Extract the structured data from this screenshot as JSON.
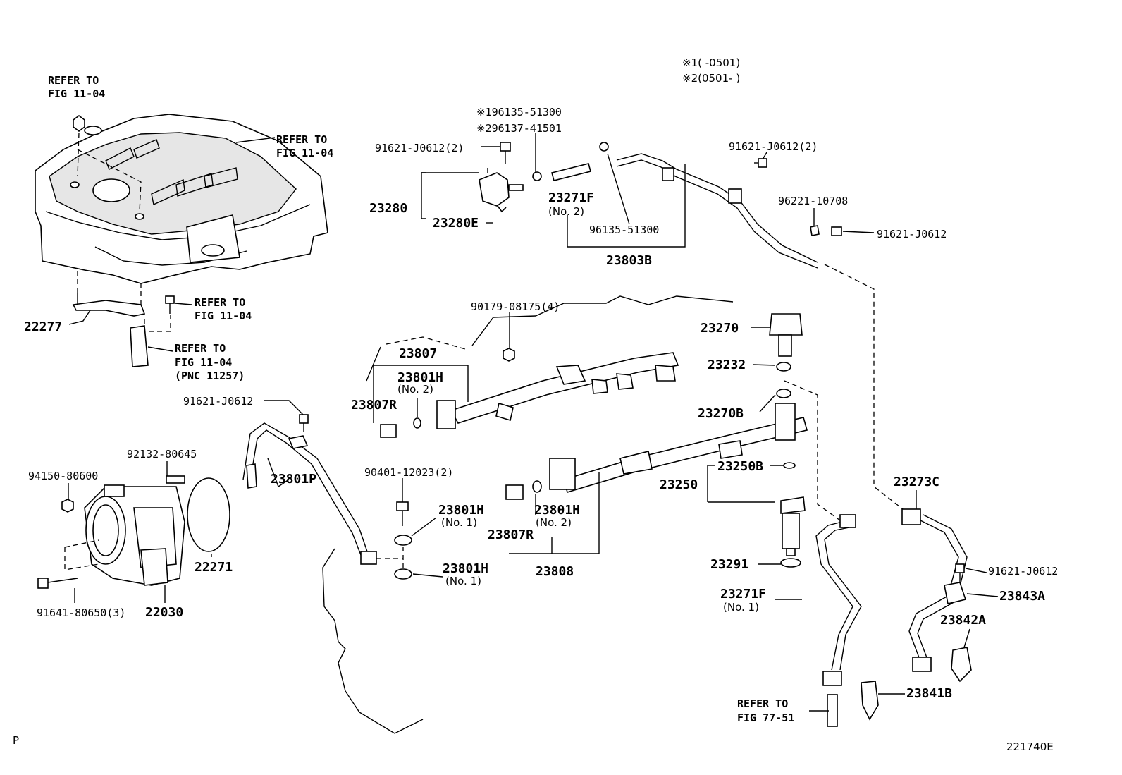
{
  "notes": {
    "n1": "※1(      -0501)",
    "n2": "※2(0501-       )",
    "n3": "※196135-51300",
    "n4": "※296137-41501"
  },
  "refs": {
    "r1a": "REFER TO",
    "r1b": "FIG 11-04",
    "r2a": "REFER TO",
    "r2b": "FIG 11-04",
    "r3a": "REFER TO",
    "r3b": "FIG 11-04",
    "r4a": "REFER TO",
    "r4b": "FIG 11-04",
    "r4c": "(PNC 11257)",
    "r5a": "REFER TO",
    "r5b": "FIG 77-51"
  },
  "labels": {
    "p22277": "22277",
    "p91621a": "91621-J0612(2)",
    "p23280": "23280",
    "p23280E": "23280E",
    "p23271F_2": "23271F",
    "p23271F_2n": "(No. 2)",
    "p96135": "96135-51300",
    "p23803B": "23803B",
    "p91621b": "91621-J0612(2)",
    "p96221": "96221-10708",
    "p91621c": "91621-J0612",
    "p90179": "90179-08175(4)",
    "p23807": "23807",
    "p23801H_a": "23801H",
    "p23801H_an": "(No. 2)",
    "p23807R_a": "23807R",
    "p23270": "23270",
    "p23232": "23232",
    "p23270B": "23270B",
    "p91621d": "91621-J0612",
    "p92132": "92132-80645",
    "p94150": "94150-80600",
    "p23801P": "23801P",
    "p90401": "90401-12023(2)",
    "p23801H_b": "23801H",
    "p23801H_bn": "(No. 1)",
    "p23801H_c": "23801H",
    "p23801H_cn": "(No. 2)",
    "p23807R_b": "23807R",
    "p23250B": "23250B",
    "p23250": "23250",
    "p23273C": "23273C",
    "p22271": "22271",
    "p23808": "23808",
    "p23801H_d": "23801H",
    "p23801H_dn": "(No. 1)",
    "p23291": "23291",
    "p91621e": "91621-J0612",
    "p23843A": "23843A",
    "p23271F_1": "23271F",
    "p23271F_1n": "(No. 1)",
    "p23842A": "23842A",
    "p91641": "91641-80650(3)",
    "p22030": "22030",
    "p23841B": "23841B"
  },
  "corner_left": "P",
  "figure_id": "221740E"
}
